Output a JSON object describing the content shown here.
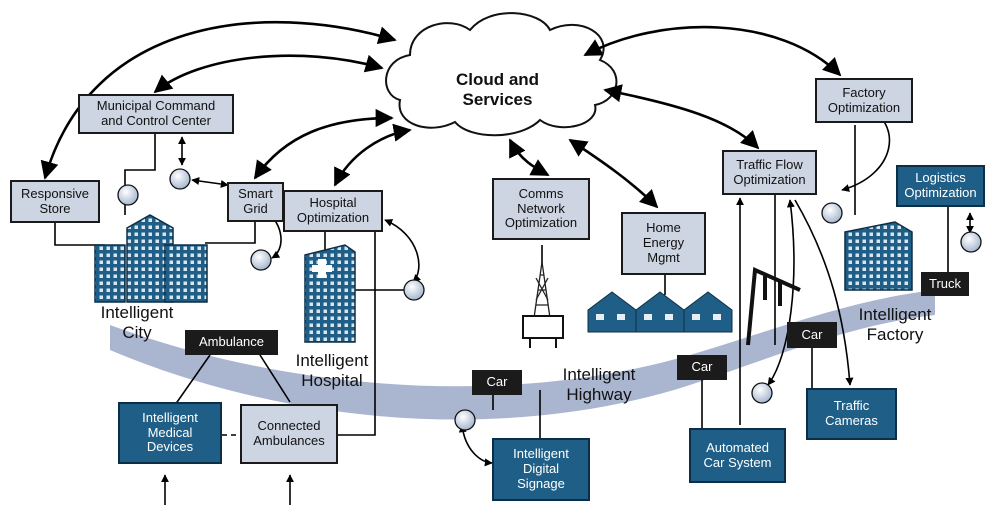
{
  "cloud": {
    "label": "Cloud and\nServices"
  },
  "nodes": {
    "municipal": "Municipal Command\nand Control Center",
    "store": "Responsive\nStore",
    "smart_grid": "Smart\nGrid",
    "hospital_opt": "Hospital\nOptimization",
    "comms": "Comms\nNetwork\nOptimization",
    "home_energy": "Home\nEnergy\nMgmt",
    "traffic_flow": "Traffic Flow\nOptimization",
    "factory_opt": "Factory\nOptimization",
    "logistics": "Logistics\nOptimization",
    "truck": "Truck",
    "ambulance": "Ambulance",
    "medical": "Intelligent\nMedical\nDevices",
    "connected_amb": "Connected\nAmbulances",
    "car_1": "Car",
    "car_2": "Car",
    "car_3": "Car",
    "signage": "Intelligent\nDigital\nSignage",
    "automated_car": "Automated\nCar System",
    "traffic_cams": "Traffic\nCameras"
  },
  "zones": {
    "city": "Intelligent\nCity",
    "hospital": "Intelligent\nHospital",
    "highway": "Intelligent\nHighway",
    "factory": "Intelligent\nFactory"
  },
  "colors": {
    "band": "#aab6d0",
    "building": "#1f5f87",
    "gray_box": "#cdd4e2",
    "blue_box": "#1f5f87",
    "black_box": "#1b1b1b"
  }
}
